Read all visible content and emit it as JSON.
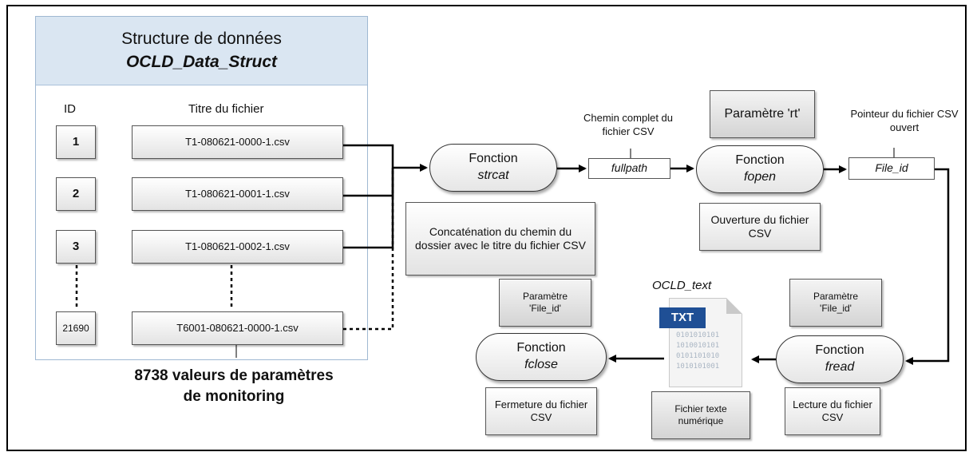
{
  "structure": {
    "title_line1": "Structure de données",
    "title_line2": "OCLD_Data_Struct",
    "col_id": "ID",
    "col_file": "Titre du fichier",
    "rows": [
      {
        "id": "1",
        "file": "T1-080621-0000-1.csv"
      },
      {
        "id": "2",
        "file": "T1-080621-0001-1.csv"
      },
      {
        "id": "3",
        "file": "T1-080621-0002-1.csv"
      },
      {
        "id": "21690",
        "file": "T6001-080621-0000-1.csv"
      }
    ],
    "footer_line1": "8738 valeurs de paramètres",
    "footer_line2": "de monitoring"
  },
  "nodes": {
    "strcat": {
      "line1": "Fonction",
      "line2": "strcat",
      "note": "Concaténation du chemin du dossier avec le titre du fichier CSV"
    },
    "fullpath": {
      "label_top": "Chemin complet du fichier CSV",
      "value": "fullpath"
    },
    "fopen": {
      "param": "Paramètre 'rt'",
      "line1": "Fonction",
      "line2": "fopen",
      "note": "Ouverture du fichier CSV"
    },
    "fileid": {
      "label_top": "Pointeur du fichier CSV ouvert",
      "value": "File_id"
    },
    "fread": {
      "param": "Paramètre 'File_id'",
      "line1": "Fonction",
      "line2": "fread",
      "note": "Lecture du fichier CSV"
    },
    "text": {
      "title": "OCLD_text",
      "icon_label": "TXT",
      "note": "Fichier texte numérique"
    },
    "fclose": {
      "param": "Paramètre 'File_id'",
      "line1": "Fonction",
      "line2": "fclose",
      "note": "Fermeture du fichier CSV"
    }
  }
}
